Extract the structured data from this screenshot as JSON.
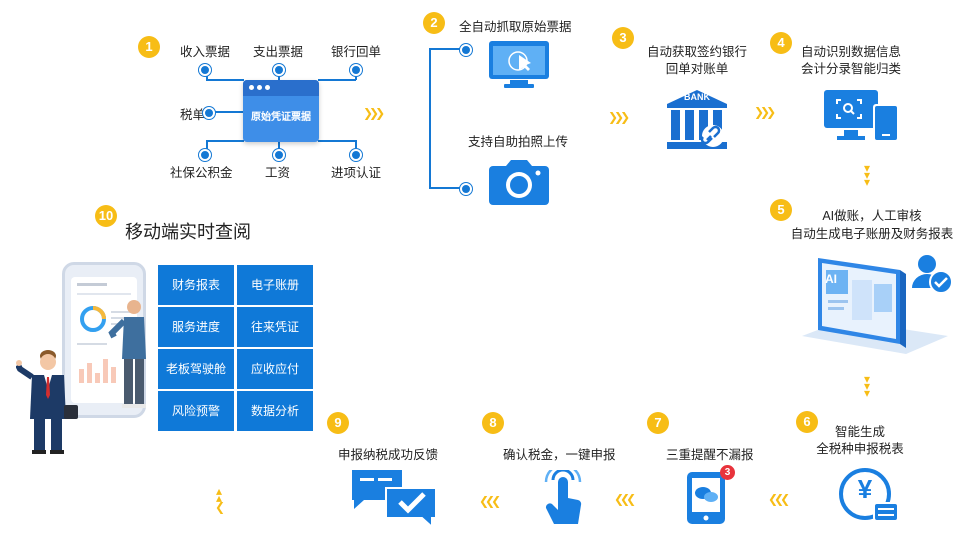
{
  "steps": {
    "s1": {
      "num": "1",
      "receipts": {
        "income": "收入票据",
        "expense": "支出票据",
        "bank": "银行回单",
        "tax": "税单",
        "social": "社保公积金",
        "salary": "工资",
        "input": "进项认证"
      },
      "center": "原始凭证票据"
    },
    "s2": {
      "num": "2",
      "title": "全自动抓取原始票据",
      "photo": "支持自助拍照上传"
    },
    "s3": {
      "num": "3",
      "line1": "自动获取签约银行",
      "line2": "回单对账单",
      "bank_word": "BANK"
    },
    "s4": {
      "num": "4",
      "line1": "自动识别数据信息",
      "line2": "会计分录智能归类"
    },
    "s5": {
      "num": "5",
      "line1": "AI做账，人工审核",
      "line2": "自动生成电子账册及财务报表",
      "ai_word": "AI"
    },
    "s6": {
      "num": "6",
      "line1": "智能生成",
      "line2": "全税种申报税表",
      "yen": "¥"
    },
    "s7": {
      "num": "7",
      "title": "三重提醒不漏报",
      "badge": "3"
    },
    "s8": {
      "num": "8",
      "title": "确认税金，一键申报"
    },
    "s9": {
      "num": "9",
      "title": "申报纳税成功反馈"
    },
    "s10": {
      "num": "10",
      "title": "移动端实时查阅",
      "tiles": [
        "财务报表",
        "电子账册",
        "服务进度",
        "往来凭证",
        "老板驾驶舱",
        "应收应付",
        "风险预警",
        "数据分析"
      ]
    }
  },
  "colors": {
    "accent": "#f7bd16",
    "brand": "#1478d4",
    "tile": "#0f79d8"
  }
}
